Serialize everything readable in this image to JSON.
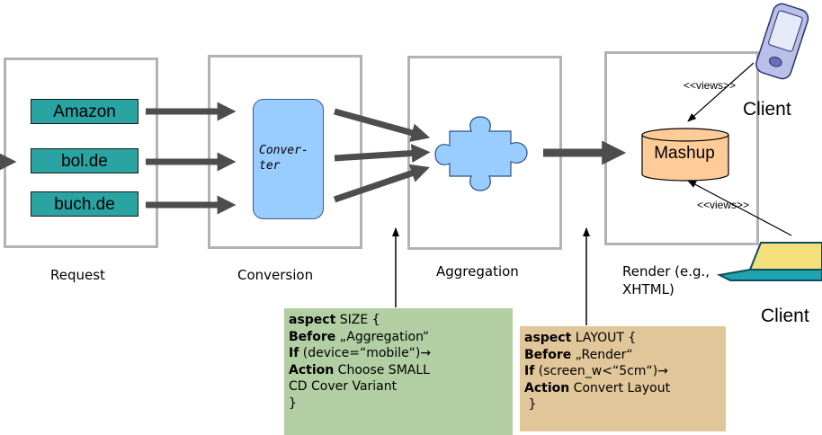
{
  "stages": {
    "request": "Request",
    "conversion": "Conversion",
    "aggregation": "Aggregation",
    "render": "Render (e.g., XHTML)"
  },
  "sources": [
    "Amazon",
    "bol.de",
    "buch.de"
  ],
  "converter_label": "Conver-\nter",
  "mashup_label": "Mashup",
  "views_label": "<<views>>",
  "client_label": "Client",
  "aspects": {
    "size": {
      "line1_kw": "aspect",
      "line1_rest": " SIZE {",
      "line2_kw": "Before",
      "line2_rest": " „Aggregation“",
      "line3_kw": "If",
      "line3_rest": " (device=“mobile“)→",
      "line4_kw": "Action",
      "line4_rest": " Choose SMALL",
      "line5": "CD Cover Variant",
      "line6": "}"
    },
    "layout": {
      "line1_kw": "aspect",
      "line1_rest": " LAYOUT {",
      "line2_kw": "Before",
      "line2_rest": " „Render“",
      "line3_kw": "If",
      "line3_rest": " (screen_w<“5cm“)→",
      "line4_kw": "Action",
      "line4_rest": " Convert Layout",
      "line5": " }"
    }
  },
  "colors": {
    "source_fill": "#2aa3a3",
    "converter_fill": "#99ccff",
    "puzzle_fill": "#99ccff",
    "mashup_fill": "#ffcc99",
    "aspect_size_fill": "#b1cfa2",
    "aspect_layout_fill": "#e1c699",
    "arrow": "#4d4d4d",
    "box_border": "#b3b3b3"
  }
}
